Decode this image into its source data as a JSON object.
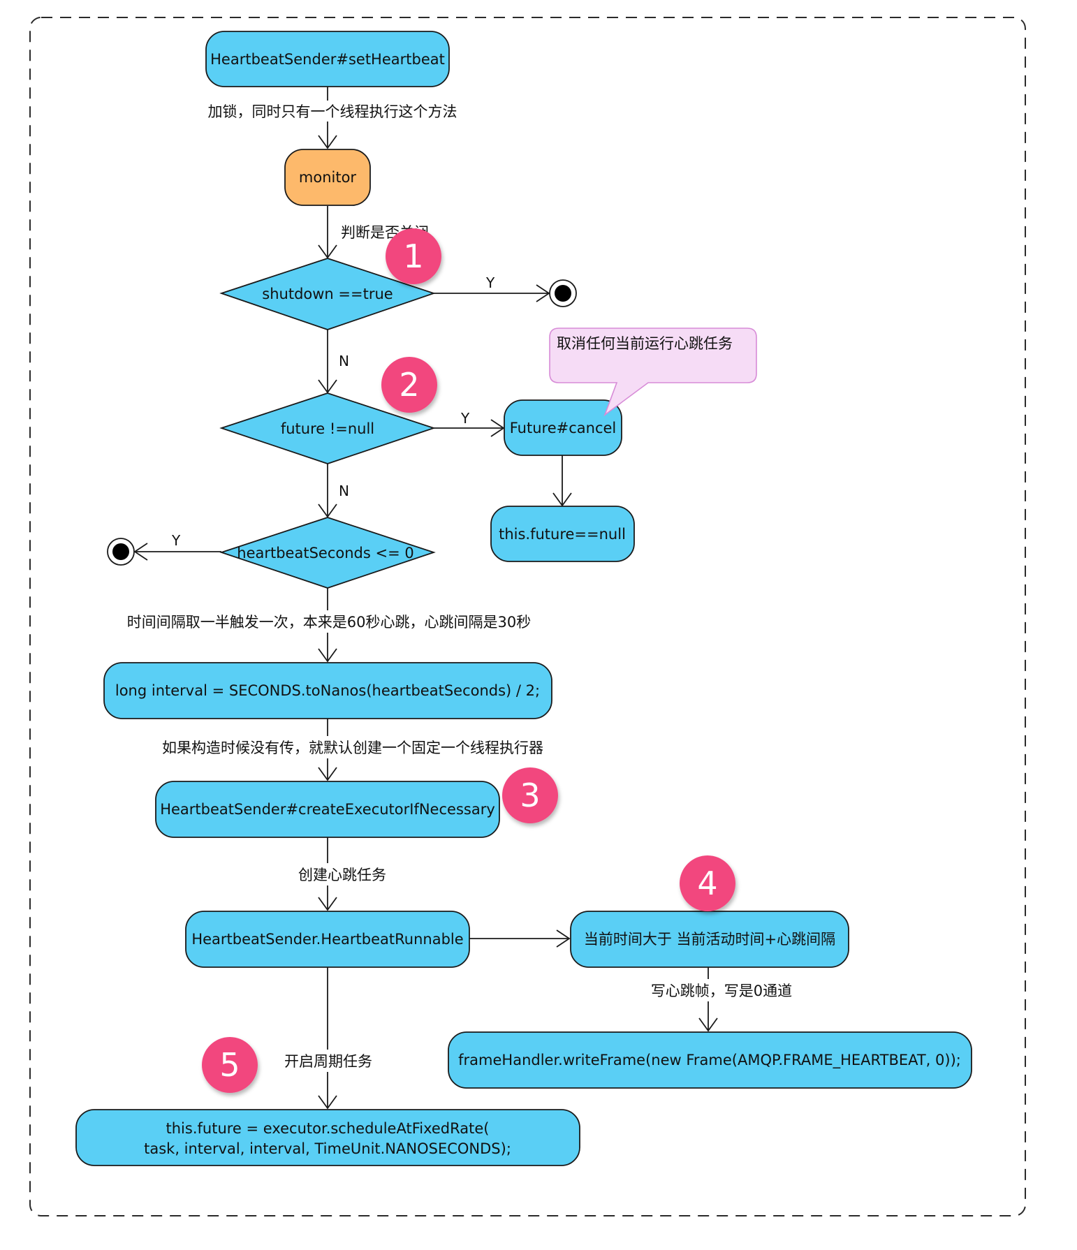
{
  "colors": {
    "node_fill": "#5acff5",
    "monitor_fill": "#fdb96b",
    "note_fill": "#f6dcf6",
    "note_stroke": "#d78bd7",
    "badge_fill": "#f2477e",
    "line": "#1a1a1a"
  },
  "nodes": {
    "set_heartbeat": "HeartbeatSender#setHeartbeat",
    "monitor": "monitor",
    "shutdown_check": "shutdown ==true",
    "future_check": "future !=null",
    "future_cancel": "Future#cancel",
    "future_null": "this.future==null",
    "seconds_check": "heartbeatSeconds  <=  0",
    "interval": "long interval = SECONDS.toNanos(heartbeatSeconds) / 2;",
    "create_executor": "HeartbeatSender#createExecutorIfNecessary",
    "runnable": "HeartbeatSender.HeartbeatRunnable",
    "time_check": "当前时间大于 当前活动时间+心跳间隔",
    "write_frame": "frameHandler.writeFrame(new Frame(AMQP.FRAME_HEARTBEAT, 0));",
    "schedule_line1": "this.future = executor.scheduleAtFixedRate(",
    "schedule_line2": "task, interval, interval, TimeUnit.NANOSECONDS);"
  },
  "note": "取消任何当前运行心跳任务",
  "edges": {
    "lock": "加锁，同时只有一个线程执行这个方法",
    "check_shutdown": "判断是否关闭",
    "shutdown_y": "Y",
    "shutdown_n": "N",
    "future_y": "Y",
    "future_n": "N",
    "seconds_y": "Y",
    "half_interval": "时间间隔取一半触发一次，本来是60秒心跳，心跳间隔是30秒",
    "default_executor": "如果构造时候没有传，就默认创建一个固定一个线程执行器",
    "create_task": "创建心跳任务",
    "write_heartbeat": "写心跳帧，写是0通道",
    "start_periodic": "开启周期任务"
  },
  "badges": [
    "1",
    "2",
    "3",
    "4",
    "5"
  ]
}
